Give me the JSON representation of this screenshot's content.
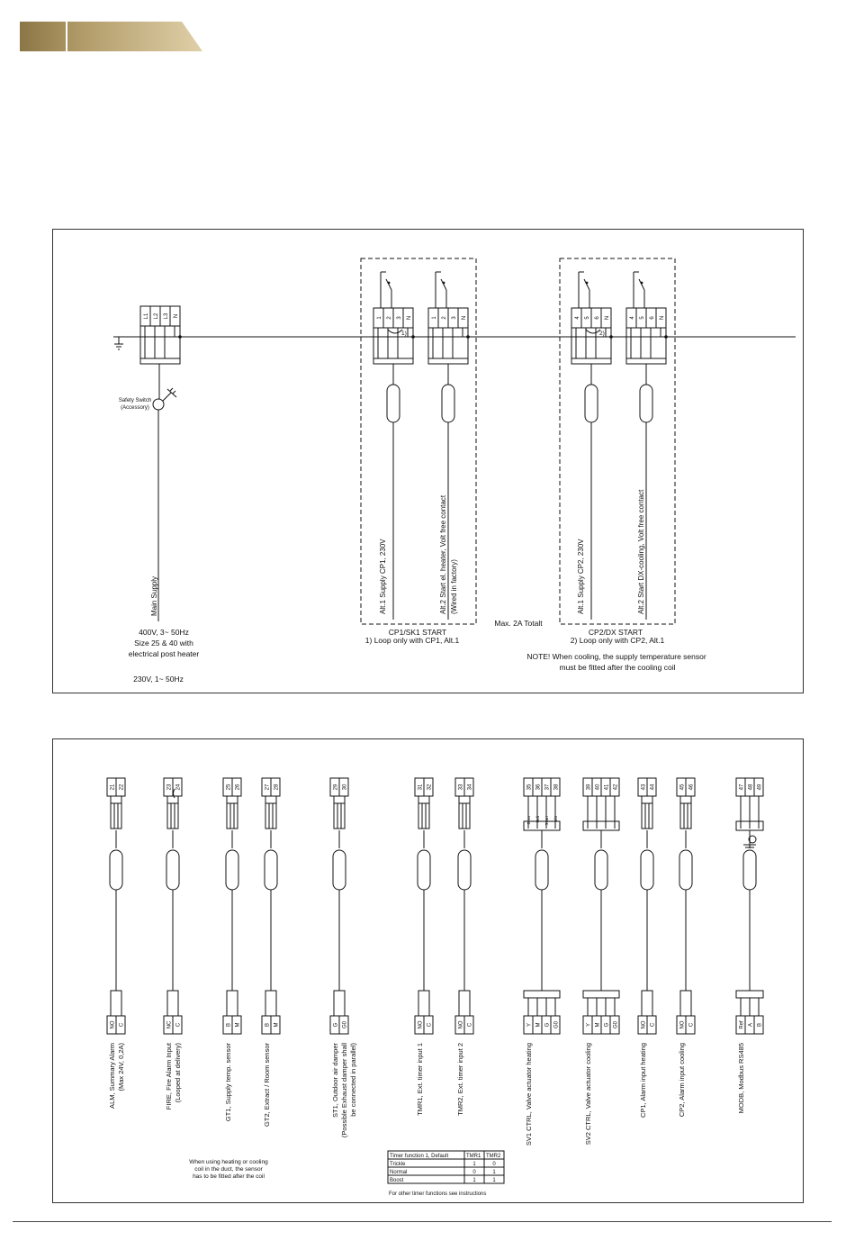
{
  "colors": {
    "brand_dark": "#7d6a3f",
    "brand_light": "#d6c49a",
    "line": "#111111"
  },
  "top": {
    "main_isolator_terminals": [
      "L1",
      "L2",
      "L3",
      "N"
    ],
    "safety_switch": [
      "Safety Switch",
      "(Accessory)"
    ],
    "main_supply_label": "Main Supply",
    "supply_notes": [
      "400V, 3~ 50Hz",
      "Size 25 & 40 with",
      "electrical post heater"
    ],
    "supply_alt": "230V, 1~ 50Hz",
    "cp1": {
      "terminals_a": [
        "1",
        "2",
        "3",
        "N"
      ],
      "terminals_b": [
        "1",
        "2",
        "3",
        "N"
      ],
      "loop": "1)",
      "label_a": "Alt.1 Supply CP1, 230V",
      "label_b1": "Alt.2 Start el. heater, Volt free contact",
      "label_b2": "(Wired in factory)",
      "title": "CP1/SK1 START",
      "note": "1) Loop only with CP1, Alt.1"
    },
    "max_note": "Max. 2A Totalt",
    "cp2": {
      "terminals_a": [
        "4",
        "5",
        "6",
        "N"
      ],
      "terminals_b": [
        "4",
        "5",
        "6",
        "N"
      ],
      "loop": "2)",
      "label_a": "Alt.1 Supply CP2, 230V",
      "label_b": "Alt.2 Start DX-cooling, Volt free contact",
      "title": "CP2/DX START",
      "note": "2) Loop only with CP2, Alt.1"
    },
    "cooling_note": [
      "NOTE! When cooling, the supply temperature sensor",
      "must be fitted after the cooling coil"
    ]
  },
  "bottom": {
    "groups": [
      {
        "top": [
          "21",
          "22"
        ],
        "bot": [
          "NO",
          "C"
        ],
        "lines": [
          "ALM, Summary Alarm",
          "(Max 24V, 0,2A)"
        ]
      },
      {
        "top": [
          "23",
          "24"
        ],
        "bot": [
          "NC",
          "C"
        ],
        "lines": [
          "FIRE, Fire Alarm Input",
          "(Looped at delivery)"
        ]
      },
      {
        "top": [
          "25",
          "26"
        ],
        "bot": [
          "B",
          "M"
        ],
        "lines": [
          "GT1, Supply temp. sensor"
        ]
      },
      {
        "top": [
          "27",
          "28"
        ],
        "bot": [
          "B",
          "M"
        ],
        "lines": [
          "GT2, Extract / Room sensor"
        ]
      },
      {
        "top": [
          "29",
          "30"
        ],
        "bot": [
          "G",
          "G0"
        ],
        "lines": [
          "ST1, Outdoor air damper",
          "(Possible Exhaust damper shall",
          "be connected in parallel)"
        ]
      },
      {
        "top": [
          "31",
          "32"
        ],
        "bot": [
          "NO",
          "C"
        ],
        "lines": [
          "TMR1, Ext. timer input 1"
        ]
      },
      {
        "top": [
          "33",
          "34"
        ],
        "bot": [
          "NO",
          "C"
        ],
        "lines": [
          "TMR2, Ext. timer input 2"
        ]
      },
      {
        "top": [
          "35",
          "36",
          "37",
          "38"
        ],
        "bot": [
          "Y",
          "M",
          "G",
          "G0"
        ],
        "lines": [
          "SV1 CTRL, Valve actuator heating"
        ],
        "wire_labels": [
          "Brun",
          "Grå",
          "Svart",
          "Vitt"
        ]
      },
      {
        "top": [
          "39",
          "40",
          "41",
          "42"
        ],
        "bot": [
          "Y",
          "M",
          "G",
          "G0"
        ],
        "lines": [
          "SV2 CTRL, Valve actuator cooling"
        ]
      },
      {
        "top": [
          "43",
          "44"
        ],
        "bot": [
          "NO",
          "C"
        ],
        "lines": [
          "CP1, Alarm input heating"
        ]
      },
      {
        "top": [
          "45",
          "46"
        ],
        "bot": [
          "NO",
          "C"
        ],
        "lines": [
          "CP2, Alarm input cooling"
        ]
      },
      {
        "top": [
          "47",
          "48",
          "49"
        ],
        "bot": [
          "Ref",
          "A",
          "B"
        ],
        "lines": [
          "MODB, Modbus RS485"
        ]
      }
    ],
    "sensor_note": [
      "When using heating or cooling",
      "coil in the duct, the sensor",
      "has to be fitted after the coil"
    ],
    "timer_table": {
      "headers": [
        "Timer function 1, Default",
        "TMR1",
        "TMR2"
      ],
      "rows": [
        [
          "Trickle",
          "1",
          "0"
        ],
        [
          "Normal",
          "0",
          "1"
        ],
        [
          "Boost",
          "1",
          "1"
        ]
      ],
      "footnote": "For other timer functions see instructions"
    }
  }
}
